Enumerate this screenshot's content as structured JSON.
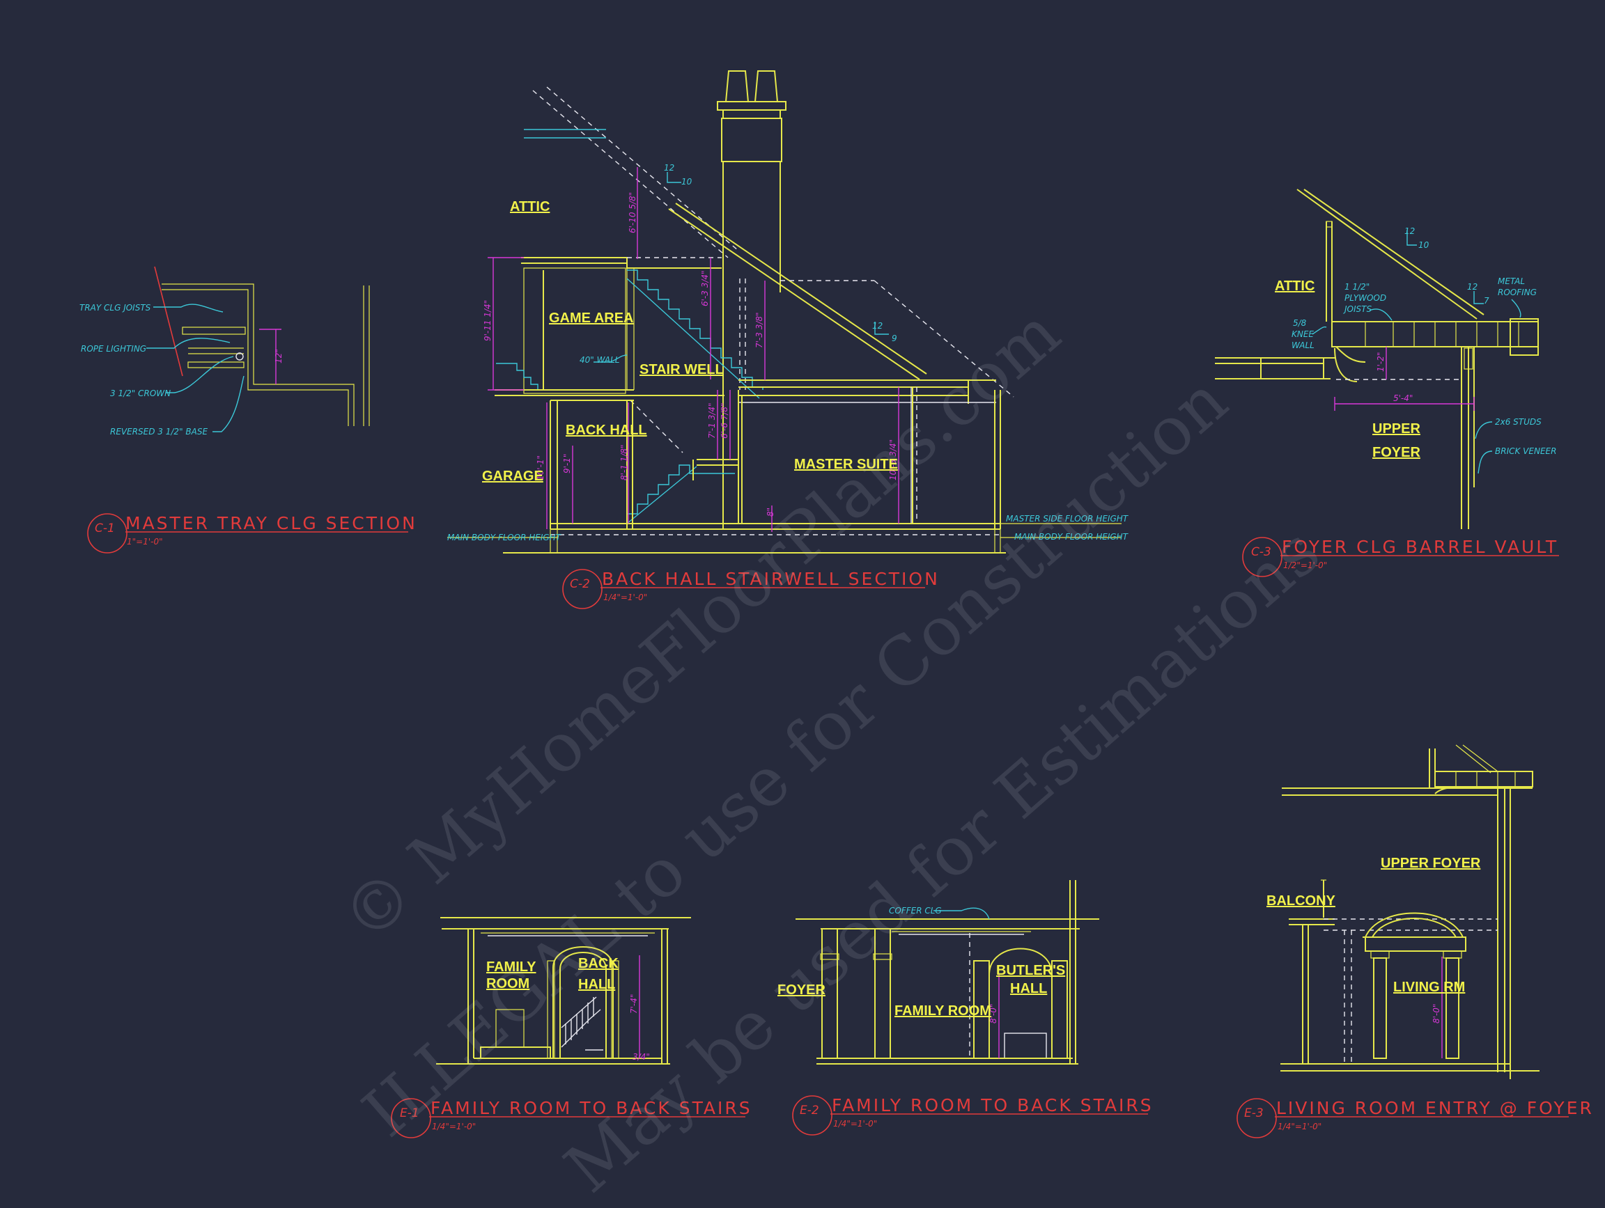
{
  "colors": {
    "background": "#262a3c",
    "linework": "#e6e84a",
    "annotation": "#3cc8d8",
    "dimension": "#d838d8",
    "title": "#e23b3b",
    "watermark": "#c8cddc"
  },
  "watermark": {
    "line1": "© MyHomeFloorPlans.com",
    "line2": "ILLEGAL to use for Construction",
    "line3": "May be used for Estimations"
  },
  "sheet": {
    "c1": {
      "tag": "C-1",
      "title": "MASTER TRAY CLG SECTION",
      "scale": "1\"=1'-0\"",
      "notes": [
        "TRAY CLG JOISTS",
        "ROPE LIGHTING",
        "3 1/2\" CROWN",
        "REVERSED 3 1/2\" BASE"
      ],
      "dim": "12\""
    },
    "c2": {
      "tag": "C-2",
      "title": "BACK HALL STAIRWELL SECTION",
      "scale": "1/4\"=1'-0\"",
      "rooms": [
        "ATTIC",
        "GAME AREA",
        "STAIR WELL",
        "BACK HALL",
        "GARAGE",
        "MASTER SUITE"
      ],
      "notes": [
        "40\" WALL",
        "MAIN BODY FLOOR HEIGHT",
        "MASTER SIDE FLOOR HEIGHT",
        "MAIN BODY FLOOR HEIGHT"
      ],
      "pitch1": [
        "12",
        "10"
      ],
      "pitch2": [
        "12",
        "9"
      ],
      "dims": [
        "6'-10 5/8\"",
        "9'-11 1/4\"",
        "6'-3 3/4\"",
        "7'-3 3/8\"",
        "10'-1\"",
        "9'-1\"",
        "8'-1 1/8\"",
        "7'-1 3/4\"",
        "6'-6 7/8\"",
        "10'-3 3/4\"",
        "8\""
      ]
    },
    "c3": {
      "tag": "C-3",
      "title": "FOYER CLG BARREL VAULT",
      "scale": "1/2\"=1'-0\"",
      "rooms": [
        "ATTIC",
        "UPPER",
        "FOYER"
      ],
      "notes": [
        "1 1/2\"",
        "PLYWOOD",
        "JOISTS",
        "5/8",
        "KNEE",
        "WALL",
        "METAL",
        "ROOFING",
        "2x6 STUDS",
        "BRICK VENEER"
      ],
      "pitch1": [
        "12",
        "10"
      ],
      "pitch2": [
        "12",
        "7"
      ],
      "dims": [
        "1'-2\"",
        "5'-4\""
      ]
    },
    "e1": {
      "tag": "E-1",
      "title": "FAMILY ROOM TO BACK STAIRS",
      "scale": "1/4\"=1'-0\"",
      "rooms": [
        "FAMILY",
        "ROOM",
        "BACK",
        "HALL"
      ],
      "dims": [
        "7'-4\"",
        "3/4\""
      ]
    },
    "e2": {
      "tag": "E-2",
      "title": "FAMILY ROOM TO BACK STAIRS",
      "scale": "1/4\"=1'-0\"",
      "rooms": [
        "FOYER",
        "FAMILY ROOM",
        "BUTLER'S",
        "HALL"
      ],
      "notes": [
        "COFFER CLG"
      ],
      "dims": [
        "8'-0\""
      ]
    },
    "e3": {
      "tag": "E-3",
      "title": "LIVING ROOM ENTRY @ FOYER",
      "scale": "1/4\"=1'-0\"",
      "rooms": [
        "UPPER FOYER",
        "BALCONY",
        "LIVING RM"
      ],
      "dims": [
        "8'-0\""
      ]
    }
  }
}
